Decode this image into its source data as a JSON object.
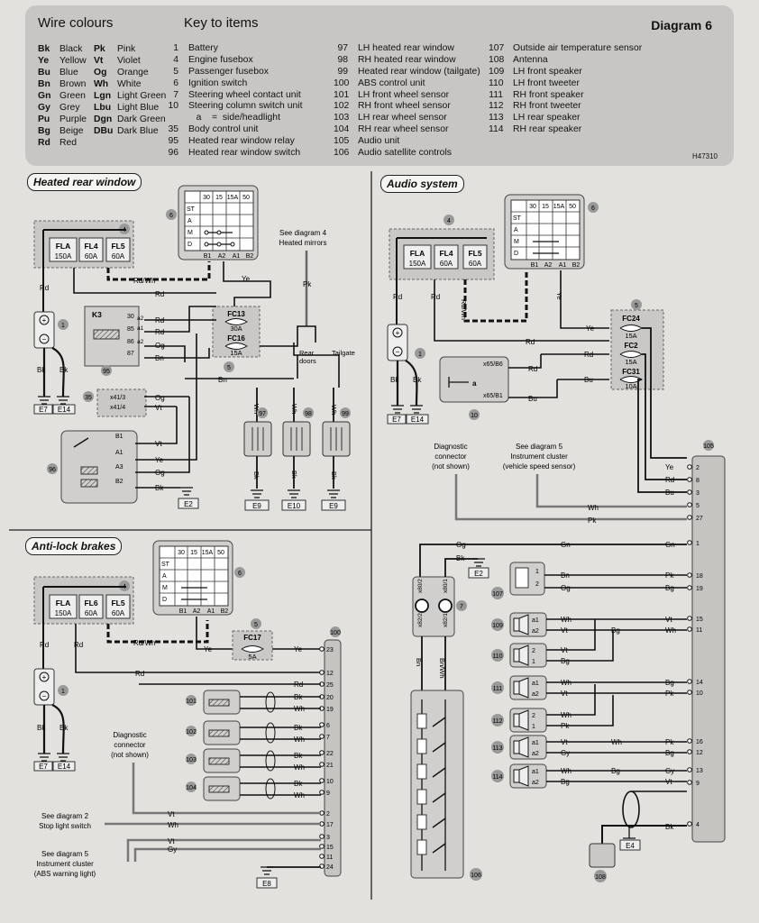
{
  "header": {
    "wire_colours_title": "Wire colours",
    "key_title": "Key to items",
    "diagram_label": "Diagram 6",
    "ref": "H47310",
    "colours": [
      {
        "ab": "Bk",
        "nm": "Black",
        "ab2": "Pk",
        "nm2": "Pink"
      },
      {
        "ab": "Ye",
        "nm": "Yellow",
        "ab2": "Vt",
        "nm2": "Violet"
      },
      {
        "ab": "Bu",
        "nm": "Blue",
        "ab2": "Og",
        "nm2": "Orange"
      },
      {
        "ab": "Bn",
        "nm": "Brown",
        "ab2": "Wh",
        "nm2": "White"
      },
      {
        "ab": "Gn",
        "nm": "Green",
        "ab2": "Lgn",
        "nm2": "Light Green"
      },
      {
        "ab": "Gy",
        "nm": "Grey",
        "ab2": "Lbu",
        "nm2": "Light Blue"
      },
      {
        "ab": "Pu",
        "nm": "Purple",
        "ab2": "Dgn",
        "nm2": "Dark Green"
      },
      {
        "ab": "Bg",
        "nm": "Beige",
        "ab2": "DBu",
        "nm2": "Dark Blue"
      },
      {
        "ab": "Rd",
        "nm": "Red",
        "ab2": "",
        "nm2": ""
      }
    ],
    "key1": [
      {
        "n": "1",
        "t": "Battery"
      },
      {
        "n": "4",
        "t": "Engine fusebox"
      },
      {
        "n": "5",
        "t": "Passenger fusebox"
      },
      {
        "n": "6",
        "t": "Ignition switch"
      },
      {
        "n": "7",
        "t": "Steering wheel contact unit"
      },
      {
        "n": "10",
        "t": "Steering column switch unit"
      },
      {
        "n": "",
        "t": "   a    =  side/headlight"
      },
      {
        "n": "35",
        "t": "Body control unit"
      },
      {
        "n": "95",
        "t": "Heated rear window relay"
      },
      {
        "n": "96",
        "t": "Heated rear window switch"
      }
    ],
    "key2": [
      {
        "n": "97",
        "t": "LH heated rear window"
      },
      {
        "n": "98",
        "t": "RH heated rear window"
      },
      {
        "n": "99",
        "t": "Heated rear window (tailgate)"
      },
      {
        "n": "100",
        "t": "ABS control unit"
      },
      {
        "n": "101",
        "t": "LH front wheel sensor"
      },
      {
        "n": "102",
        "t": "RH front wheel sensor"
      },
      {
        "n": "103",
        "t": "LH rear wheel sensor"
      },
      {
        "n": "104",
        "t": "RH rear wheel sensor"
      },
      {
        "n": "105",
        "t": "Audio unit"
      },
      {
        "n": "106",
        "t": "Audio satellite controls"
      }
    ],
    "key3": [
      {
        "n": "107",
        "t": "Outside air temperature sensor"
      },
      {
        "n": "108",
        "t": "Antenna"
      },
      {
        "n": "109",
        "t": "LH front speaker"
      },
      {
        "n": "110",
        "t": "LH front tweeter"
      },
      {
        "n": "111",
        "t": "RH front speaker"
      },
      {
        "n": "112",
        "t": "RH front tweeter"
      },
      {
        "n": "113",
        "t": "LH rear speaker"
      },
      {
        "n": "114",
        "t": "RH rear speaker"
      }
    ]
  },
  "sections": {
    "heated": "Heated rear window",
    "audio": "Audio system",
    "abs": "Anti-lock brakes"
  },
  "labels": {
    "fla": "FLA",
    "fl4": "FL4",
    "fl5": "FL5",
    "fl6": "FL6",
    "a150": "150A",
    "a60": "60A",
    "a30": "30A",
    "a15": "15A",
    "a10": "10A",
    "a5": "5A",
    "fc13": "FC13",
    "fc16": "FC16",
    "fc17": "FC17",
    "fc24": "FC24",
    "fc2": "FC2",
    "fc31": "FC31",
    "k3": "K3",
    "ign_cols": [
      "30",
      "15",
      "15A",
      "50"
    ],
    "ign_rows": [
      "ST",
      "A",
      "M",
      "D"
    ],
    "ign_pins": [
      "B1",
      "A2",
      "A1",
      "B2"
    ],
    "see_d4": "See diagram 4",
    "heated_mirrors": "Heated mirrors",
    "rear_doors": "Rear doors",
    "rear": "Rear",
    "doors": "doors",
    "tailgate": "Tailgate",
    "x41_3": "x41/3",
    "x41_4": "x41/4",
    "x65_b6": "x65/B6",
    "x65_b1": "x65/B1",
    "a_sym": "a",
    "diag_conn1": "Diagnostic",
    "diag_conn2": "connector",
    "diag_conn3": "(not shown)",
    "see_d5": "See diagram 5",
    "instr": "Instrument cluster",
    "vss": "(vehicle speed sensor)",
    "see_d2": "See diagram 2",
    "stop_light": "Stop light switch",
    "abs_warn": "(ABS warning light)",
    "x80_1": "x80/1",
    "x80_2": "x80/2",
    "x82_1": "x82/1",
    "x82_2": "x82/2",
    "e2": "E2",
    "e4": "E4",
    "e7": "E7",
    "e8": "E8",
    "e9": "E9",
    "e10": "E10",
    "e14": "E14"
  },
  "items": {
    "i1": "1",
    "i4": "4",
    "i5": "5",
    "i6": "6",
    "i7": "7",
    "i10": "10",
    "i35": "35",
    "i95": "95",
    "i96": "96",
    "i97": "97",
    "i98": "98",
    "i99": "99",
    "i100": "100",
    "i101": "101",
    "i102": "102",
    "i103": "103",
    "i104": "104",
    "i105": "105",
    "i106": "106",
    "i107": "107",
    "i108": "108",
    "i109": "109",
    "i110": "110",
    "i111": "111",
    "i112": "112",
    "i113": "113",
    "i114": "114"
  },
  "wires": {
    "Bk": "Bk",
    "Rd": "Rd",
    "Ye": "Ye",
    "Pk": "Pk",
    "Og": "Og",
    "Vt": "Vt",
    "Bn": "Bn",
    "Wh": "Wh",
    "Gn": "Gn",
    "Gy": "Gy",
    "Bu": "Bu",
    "Bg": "Bg",
    "RdWh": "Rd/Wh",
    "BnWh": "Bn/Wh"
  },
  "pins": {
    "p30": "30",
    "p85": "85",
    "p86": "86",
    "p87": "87",
    "pa1": "a1",
    "pa2": "a2",
    "pB1": "B1",
    "pB2": "B2",
    "pA1": "A1",
    "pA2": "A2",
    "pA3": "A3",
    "p1": "1",
    "p2": "2"
  },
  "abs_pins": [
    "23",
    "12",
    "25",
    "20",
    "19",
    "6",
    "7",
    "22",
    "21",
    "10",
    "9",
    "2",
    "17",
    "3",
    "15",
    "11",
    "24"
  ],
  "audio_pins": [
    "2",
    "8",
    "3",
    "5",
    "27",
    "1",
    "18",
    "19",
    "15",
    "11",
    "14",
    "10",
    "16",
    "12",
    "13",
    "9",
    "4"
  ]
}
